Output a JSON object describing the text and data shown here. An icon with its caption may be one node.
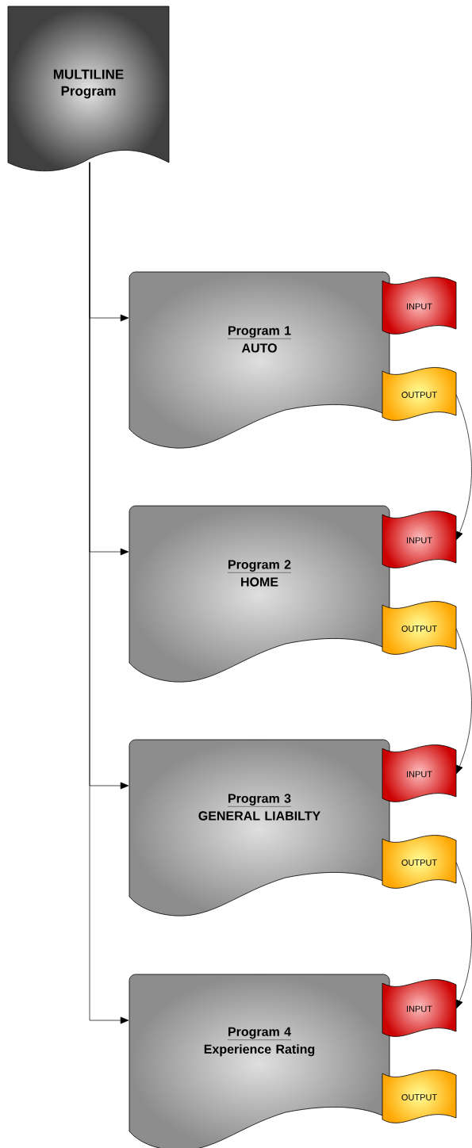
{
  "diagram": {
    "nodes": [
      {
        "text": [
          "MULTILINE Program"
        ]
      },
      {
        "text": [
          "Program 1",
          "AUTO"
        ]
      },
      {
        "text": [
          "INPUT"
        ]
      },
      {
        "text": [
          "OUTPUT"
        ]
      },
      {
        "text": [
          "Program 2",
          "HOME"
        ]
      },
      {
        "text": [
          "INPUT"
        ]
      },
      {
        "text": [
          "OUTPUT"
        ]
      },
      {
        "text": [
          "Program 3",
          "GENERAL LIABILTY"
        ]
      },
      {
        "text": [
          "INPUT"
        ]
      },
      {
        "text": [
          "OUTPUT"
        ]
      },
      {
        "text": [
          "Program 4",
          "Experience Rating"
        ]
      },
      {
        "text": [
          "INPUT"
        ]
      },
      {
        "text": [
          "OUTPUT"
        ]
      }
    ],
    "edges": [
      {
        "from": 0,
        "to": 1,
        "arrow": "to"
      },
      {
        "from": 0,
        "to": 4,
        "arrow": "to"
      },
      {
        "from": 0,
        "to": 7,
        "arrow": "to"
      },
      {
        "from": 0,
        "to": 10,
        "arrow": "to"
      },
      {
        "from": 3,
        "to": 5,
        "arrow": "to"
      },
      {
        "from": 6,
        "to": 8,
        "arrow": "to"
      },
      {
        "from": 9,
        "to": 11,
        "arrow": "to"
      }
    ]
  }
}
